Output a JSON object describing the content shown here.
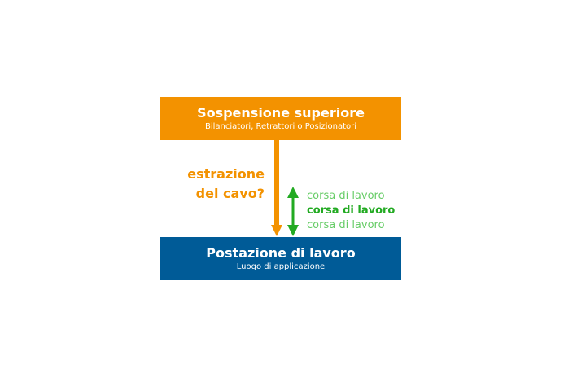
{
  "top_box": {
    "title": "Sospensione superiore",
    "subtitle": "Bilanciatori, Retrattori o Posizionatori"
  },
  "bottom_box": {
    "title": "Postazione di lavoro",
    "subtitle": "Luogo di applicazione"
  },
  "cable_label": {
    "line1": "estrazione",
    "line2": "del cavo?"
  },
  "stroke_labels": [
    "corsa di lavoro",
    "corsa di lavoro",
    "corsa di lavoro"
  ],
  "colors": {
    "orange": "#F39200",
    "blue": "#005B97",
    "green": "#22AA22",
    "light_green": "#66CC66"
  }
}
